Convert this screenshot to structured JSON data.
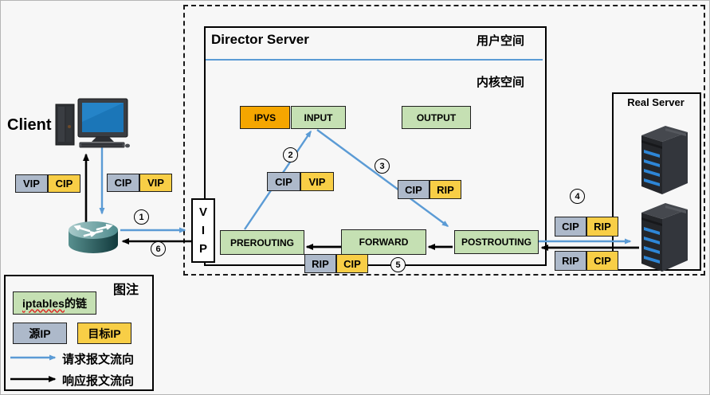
{
  "client": {
    "label": "Client"
  },
  "director": {
    "title": "Director Server",
    "user_space_label": "用户空间",
    "kernel_space_label": "内核空间"
  },
  "real_server": {
    "title": "Real Server"
  },
  "vip_node": {
    "l1": "V",
    "l2": "I",
    "l3": "P"
  },
  "chains": {
    "ipvs": "IPVS",
    "input": "INPUT",
    "output": "OUTPUT",
    "prerouting": "PREROUTING",
    "forward": "FORWARD",
    "postrouting": "POSTROUTING"
  },
  "chips": {
    "client_response": {
      "src": "VIP",
      "dst": "CIP"
    },
    "client_request": {
      "src": "CIP",
      "dst": "VIP"
    },
    "prerouting_to_input": {
      "src": "CIP",
      "dst": "VIP"
    },
    "input_to_postrouting": {
      "src": "CIP",
      "dst": "RIP"
    },
    "director_bottom_response": {
      "src": "RIP",
      "dst": "CIP"
    },
    "to_real_server": {
      "src": "CIP",
      "dst": "RIP"
    },
    "from_real_server": {
      "src": "RIP",
      "dst": "CIP"
    }
  },
  "steps": {
    "s1": "1",
    "s2": "2",
    "s3": "3",
    "s4": "4",
    "s5": "5",
    "s6": "6"
  },
  "legend": {
    "title": "图注",
    "chain_word": "iptables",
    "chain_suffix": "的链",
    "source_ip": "源IP",
    "dest_ip": "目标IP",
    "request_flow": "请求报文流向",
    "response_flow": "响应报文流向"
  },
  "colors": {
    "request_blue": "#5B9BD5",
    "response_black": "#000000",
    "chain_green": "#C5E0B3",
    "source_gray": "#ADB9CA",
    "dest_yellow": "#F8CE46",
    "ipvs_orange": "#F5A600"
  }
}
